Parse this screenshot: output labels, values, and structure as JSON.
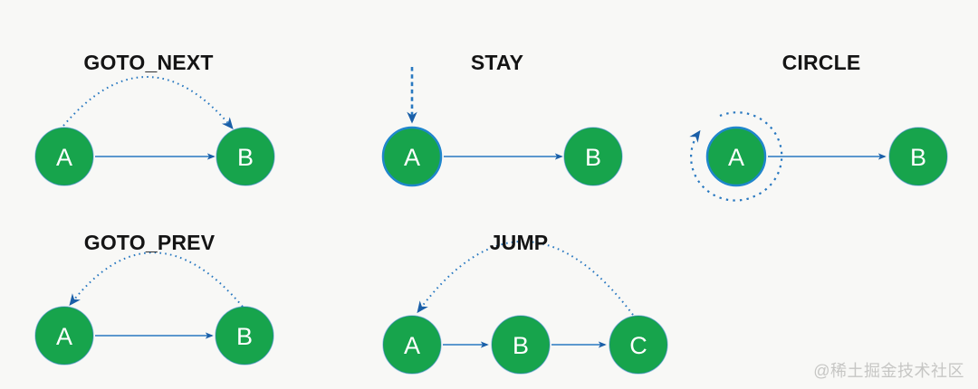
{
  "colors": {
    "bg": "#f8f8f6",
    "green": "#17a44c",
    "blue": "#2878c0",
    "ring": "#1f86cb",
    "arrow": "#1a5fa8",
    "ink": "#141414",
    "watermark_gray": "#c6c6c4"
  },
  "watermark": {
    "text": "@稀土掘金技术社区"
  },
  "diagrams": [
    {
      "id": "goto-next",
      "title": "GOTO_NEXT",
      "nodes": [
        "A",
        "B"
      ],
      "solid_edges": [
        {
          "from": "A",
          "to": "B"
        }
      ],
      "dotted_edge": {
        "from": "A",
        "to": "B",
        "style": "arc-over-top"
      }
    },
    {
      "id": "stay",
      "title": "STAY",
      "nodes": [
        "A",
        "B"
      ],
      "solid_edges": [
        {
          "from": "A",
          "to": "B"
        }
      ],
      "dotted_edge": {
        "from": "outside-top",
        "to": "A",
        "style": "vertical-down"
      }
    },
    {
      "id": "circle",
      "title": "CIRCLE",
      "nodes": [
        "A",
        "B"
      ],
      "solid_edges": [
        {
          "from": "A",
          "to": "B"
        }
      ],
      "dotted_edge": {
        "from": "A",
        "to": "A",
        "style": "self-loop"
      }
    },
    {
      "id": "goto-prev",
      "title": "GOTO_PREV",
      "nodes": [
        "A",
        "B"
      ],
      "solid_edges": [
        {
          "from": "A",
          "to": "B"
        }
      ],
      "dotted_edge": {
        "from": "B",
        "to": "A",
        "style": "arc-over-top"
      }
    },
    {
      "id": "jump",
      "title": "JUMP",
      "nodes": [
        "A",
        "B",
        "C"
      ],
      "solid_edges": [
        {
          "from": "A",
          "to": "B"
        },
        {
          "from": "B",
          "to": "C"
        }
      ],
      "dotted_edge": {
        "from": "C",
        "to": "A",
        "style": "arc-over-top"
      }
    }
  ]
}
